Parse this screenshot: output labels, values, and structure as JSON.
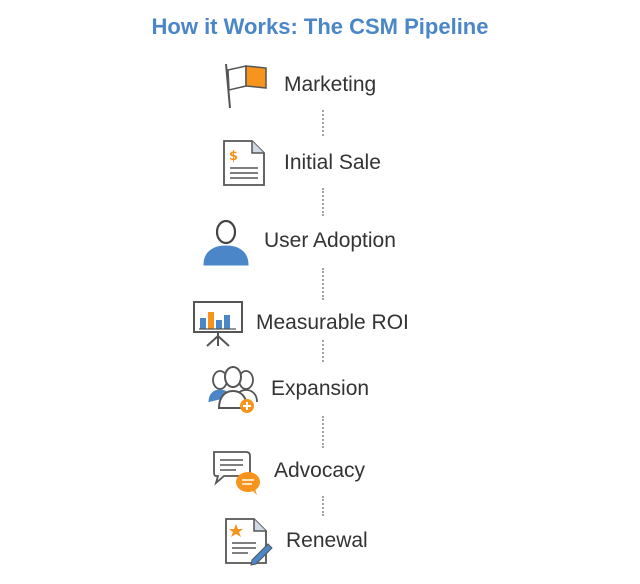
{
  "title": "How it Works: The CSM Pipeline",
  "colors": {
    "title": "#4a86c8",
    "accent_orange": "#f7941d",
    "accent_blue": "#4a86c8",
    "line": "#555555",
    "connector": "#a3a3a3"
  },
  "steps": [
    {
      "label": "Marketing",
      "icon": "flag-icon"
    },
    {
      "label": "Initial Sale",
      "icon": "invoice-dollar-icon"
    },
    {
      "label": "User Adoption",
      "icon": "user-icon"
    },
    {
      "label": "Measurable ROI",
      "icon": "presentation-chart-icon"
    },
    {
      "label": "Expansion",
      "icon": "user-group-add-icon"
    },
    {
      "label": "Advocacy",
      "icon": "chat-bubbles-icon"
    },
    {
      "label": "Renewal",
      "icon": "contract-star-icon"
    }
  ]
}
